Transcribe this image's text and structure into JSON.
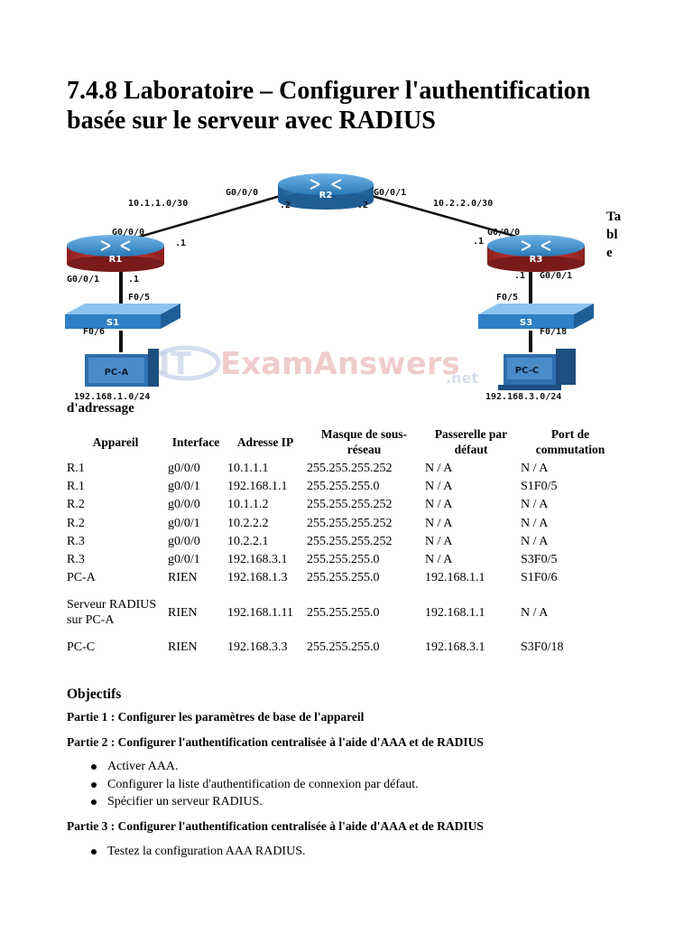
{
  "title": "7.4.8 Laboratoire – Configurer l'authentification basée sur le serveur avec RADIUS",
  "topology": {
    "routers": [
      "R2",
      "R1",
      "R3"
    ],
    "switches": [
      "S1",
      "S3"
    ],
    "pcs": [
      "PC-A",
      "PC-C"
    ],
    "networks": [
      "10.1.1.0/30",
      "10.2.2.0/30",
      "192.168.1.0/24",
      "192.168.3.0/24"
    ],
    "interfaces": [
      "G0/0/0",
      "G0/0/1",
      "G0/0/0",
      "G0/0/1",
      "G0/0/0",
      "G0/0/1",
      "F0/5",
      "F0/6",
      "F0/5",
      "F0/18"
    ],
    "host_ids": [
      ".2",
      ".2",
      ".1",
      ".1",
      ".1",
      ".1"
    ],
    "watermark": [
      "IT",
      "ExamAnswers",
      ".net"
    ]
  },
  "table_label_side": [
    "Ta",
    "bl",
    "e"
  ],
  "table_label_rest": "d'adressage",
  "table": {
    "headers": [
      "Appareil",
      "Interface",
      "Adresse IP",
      "Masque de sous-réseau",
      "Passerelle par défaut",
      "Port de commutation"
    ],
    "rows": [
      [
        "R.1",
        "g0/0/0",
        "10.1.1.1",
        "255.255.255.252",
        "N / A",
        "N / A"
      ],
      [
        "R.1",
        "g0/0/1",
        "192.168.1.1",
        "255.255.255.0",
        "N / A",
        "S1F0/5"
      ],
      [
        "R.2",
        "g0/0/0",
        "10.1.1.2",
        "255.255.255.252",
        "N / A",
        "N / A"
      ],
      [
        "R.2",
        "g0/0/1",
        "10.2.2.2",
        "255.255.255.252",
        "N / A",
        "N / A"
      ],
      [
        "R.3",
        "g0/0/0",
        "10.2.2.1",
        "255.255.255.252",
        "N / A",
        "N / A"
      ],
      [
        "R.3",
        "g0/0/1",
        "192.168.3.1",
        "255.255.255.0",
        "N / A",
        "S3F0/5"
      ],
      [
        "PC-A",
        "RIEN",
        "192.168.1.3",
        "255.255.255.0",
        "192.168.1.1",
        "S1F0/6"
      ],
      [
        "Serveur RADIUS sur PC-A",
        "RIEN",
        "192.168.1.11",
        "255.255.255.0",
        "192.168.1.1",
        "N / A"
      ],
      [
        "PC-C",
        "RIEN",
        "192.168.3.3",
        "255.255.255.0",
        "192.168.3.1",
        "S3F0/18"
      ]
    ]
  },
  "objectives": {
    "title": "Objectifs",
    "part1": "Partie 1 : Configurer les paramètres de base de l'appareil",
    "part2": "Partie 2 : Configurer l'authentification centralisée à l'aide d'AAA et de RADIUS",
    "part2_items": [
      "Activer AAA.",
      "Configurer la liste d'authentification de connexion par défaut.",
      "Spécifier un serveur RADIUS."
    ],
    "part3": "Partie 3 : Configurer l'authentification centralisée à l'aide d'AAA et de RADIUS",
    "part3_items": [
      "Testez la configuration AAA RADIUS."
    ]
  },
  "colors": {
    "router_top": "#3a88c4",
    "router_body": "#c0392b",
    "switch": "#3d8ed0",
    "pc": "#2f6fae"
  }
}
